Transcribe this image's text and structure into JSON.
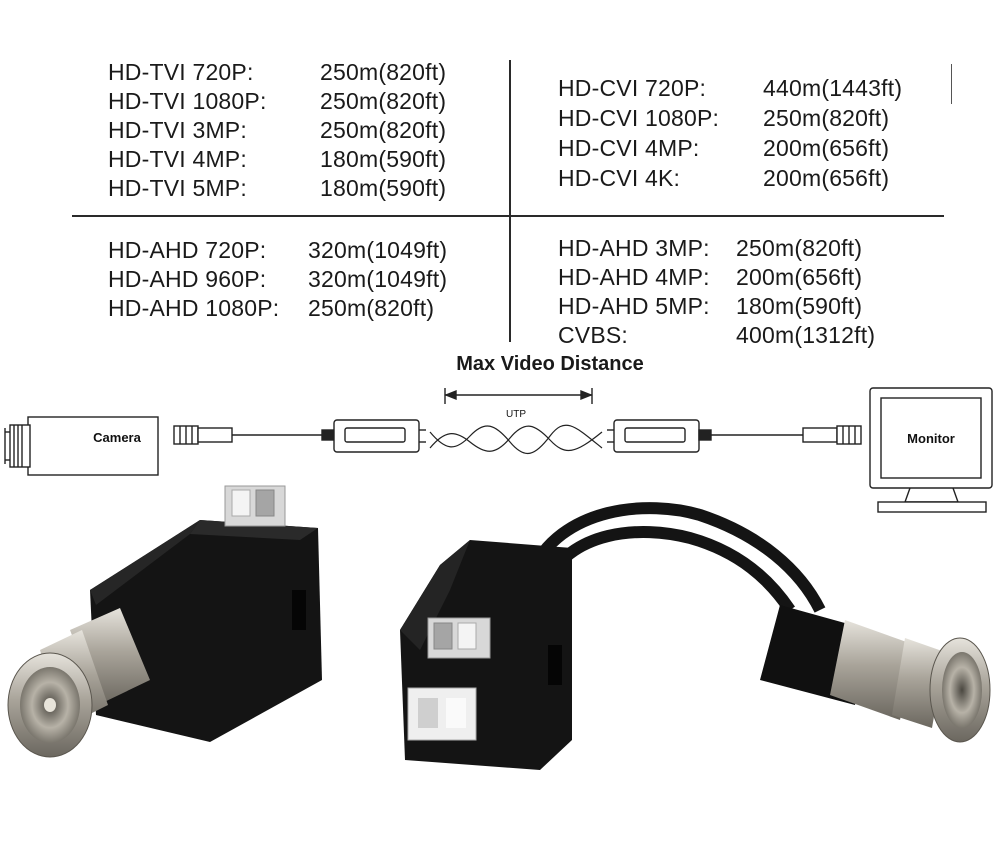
{
  "spec_table": {
    "tvi": [
      {
        "name": "HD-TVI 720P:",
        "distance": "250m(820ft)"
      },
      {
        "name": "HD-TVI 1080P:",
        "distance": "250m(820ft)"
      },
      {
        "name": "HD-TVI 3MP:",
        "distance": "250m(820ft)"
      },
      {
        "name": "HD-TVI 4MP:",
        "distance": "180m(590ft)"
      },
      {
        "name": "HD-TVI 5MP:",
        "distance": "180m(590ft)"
      }
    ],
    "cvi": [
      {
        "name": "HD-CVI 720P:",
        "distance": "440m(1443ft)"
      },
      {
        "name": "HD-CVI 1080P:",
        "distance": "250m(820ft)"
      },
      {
        "name": "HD-CVI 4MP:",
        "distance": "200m(656ft)"
      },
      {
        "name": "HD-CVI 4K:",
        "distance": "200m(656ft)"
      }
    ],
    "ahd_low": [
      {
        "name": "HD-AHD 720P:",
        "distance": "320m(1049ft)"
      },
      {
        "name": "HD-AHD 960P:",
        "distance": "320m(1049ft)"
      },
      {
        "name": "HD-AHD 1080P:",
        "distance": "250m(820ft)"
      }
    ],
    "ahd_high": [
      {
        "name": "HD-AHD 3MP:",
        "distance": "250m(820ft)"
      },
      {
        "name": "HD-AHD 4MP:",
        "distance": "200m(656ft)"
      },
      {
        "name": "HD-AHD 5MP:",
        "distance": "180m(590ft)"
      },
      {
        "name": "CVBS:",
        "distance": "400m(1312ft)"
      }
    ]
  },
  "diagram": {
    "title": "Max Video Distance",
    "camera_label": "Camera",
    "cable_label": "UTP",
    "monitor_label": "Monitor"
  },
  "colors": {
    "text": "#1a1a1a",
    "device_body": "#141414",
    "connector_metal": "#b9b5ac",
    "terminal_white": "#f2f2f2",
    "terminal_gray": "#9a9a9a"
  }
}
